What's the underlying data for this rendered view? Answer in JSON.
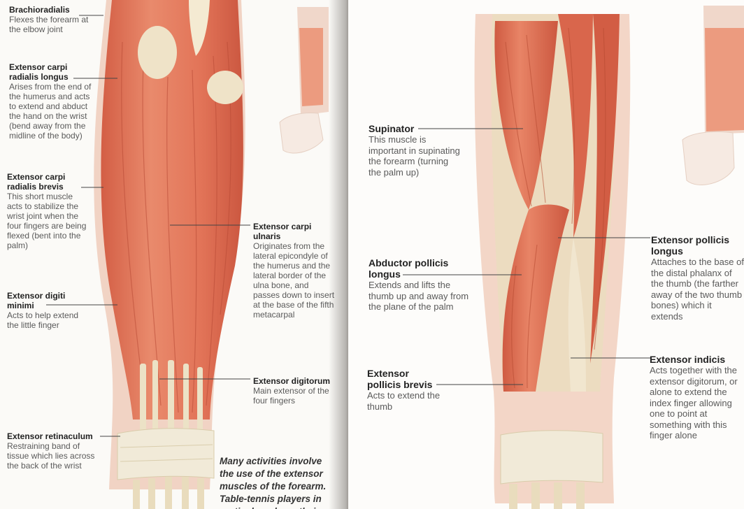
{
  "left_page": {
    "labels": {
      "brachioradialis": {
        "title": "Brachioradialis",
        "desc": "Flexes the forearm at the elbow joint"
      },
      "ecr_longus": {
        "title": "Extensor carpi radialis longus",
        "desc": "Arises from the end of the humerus and acts to extend and abduct the hand on the wrist (bend away from the midline of the body)"
      },
      "ecr_brevis": {
        "title": "Extensor carpi radialis brevis",
        "desc": "This short muscle acts to stabilize the wrist joint when the four fingers are being flexed (bent into the palm)"
      },
      "ed_minimi": {
        "title": "Extensor digiti minimi",
        "desc": "Acts to help extend the little finger"
      },
      "retinaculum": {
        "title": "Extensor retinaculum",
        "desc": "Restraining band of tissue which lies across the back of the wrist"
      },
      "ec_ulnaris": {
        "title": "Extensor carpi ulnaris",
        "desc": "Originates from the lateral epicondyle of the humerus and the lateral border of the ulna bone, and passes down to insert at the base of the fifth metacarpal"
      },
      "digitorum": {
        "title": "Extensor digitorum",
        "desc": "Main extensor of the four fingers"
      }
    },
    "caption": "Many activities involve the use of the extensor muscles of the forearm. Table-tennis players in particular rely on their versatility of action."
  },
  "right_page": {
    "labels": {
      "supinator": {
        "title": "Supinator",
        "desc": "This muscle is important in supinating the forearm (turning the palm up)"
      },
      "abductor": {
        "title": "Abductor pollicis longus",
        "desc": "Extends and lifts the thumb up and away from the plane of the palm"
      },
      "epb": {
        "title": "Extensor pollicis brevis",
        "desc": "Acts to extend the thumb"
      },
      "epl": {
        "title": "Extensor pollicis longus",
        "desc": "Attaches to the base of the distal phalanx of the thumb (the farther away of the two thumb bones) which it extends"
      },
      "indicis": {
        "title": "Extensor indicis",
        "desc": "Acts together with the extensor digitorum, or alone to extend the index finger allowing one to point at something with this finger alone"
      }
    }
  },
  "colors": {
    "muscle": "#e0765a",
    "muscle_dark": "#c24f38",
    "tendon": "#efe6cf",
    "skin": "#f2c4ae"
  }
}
